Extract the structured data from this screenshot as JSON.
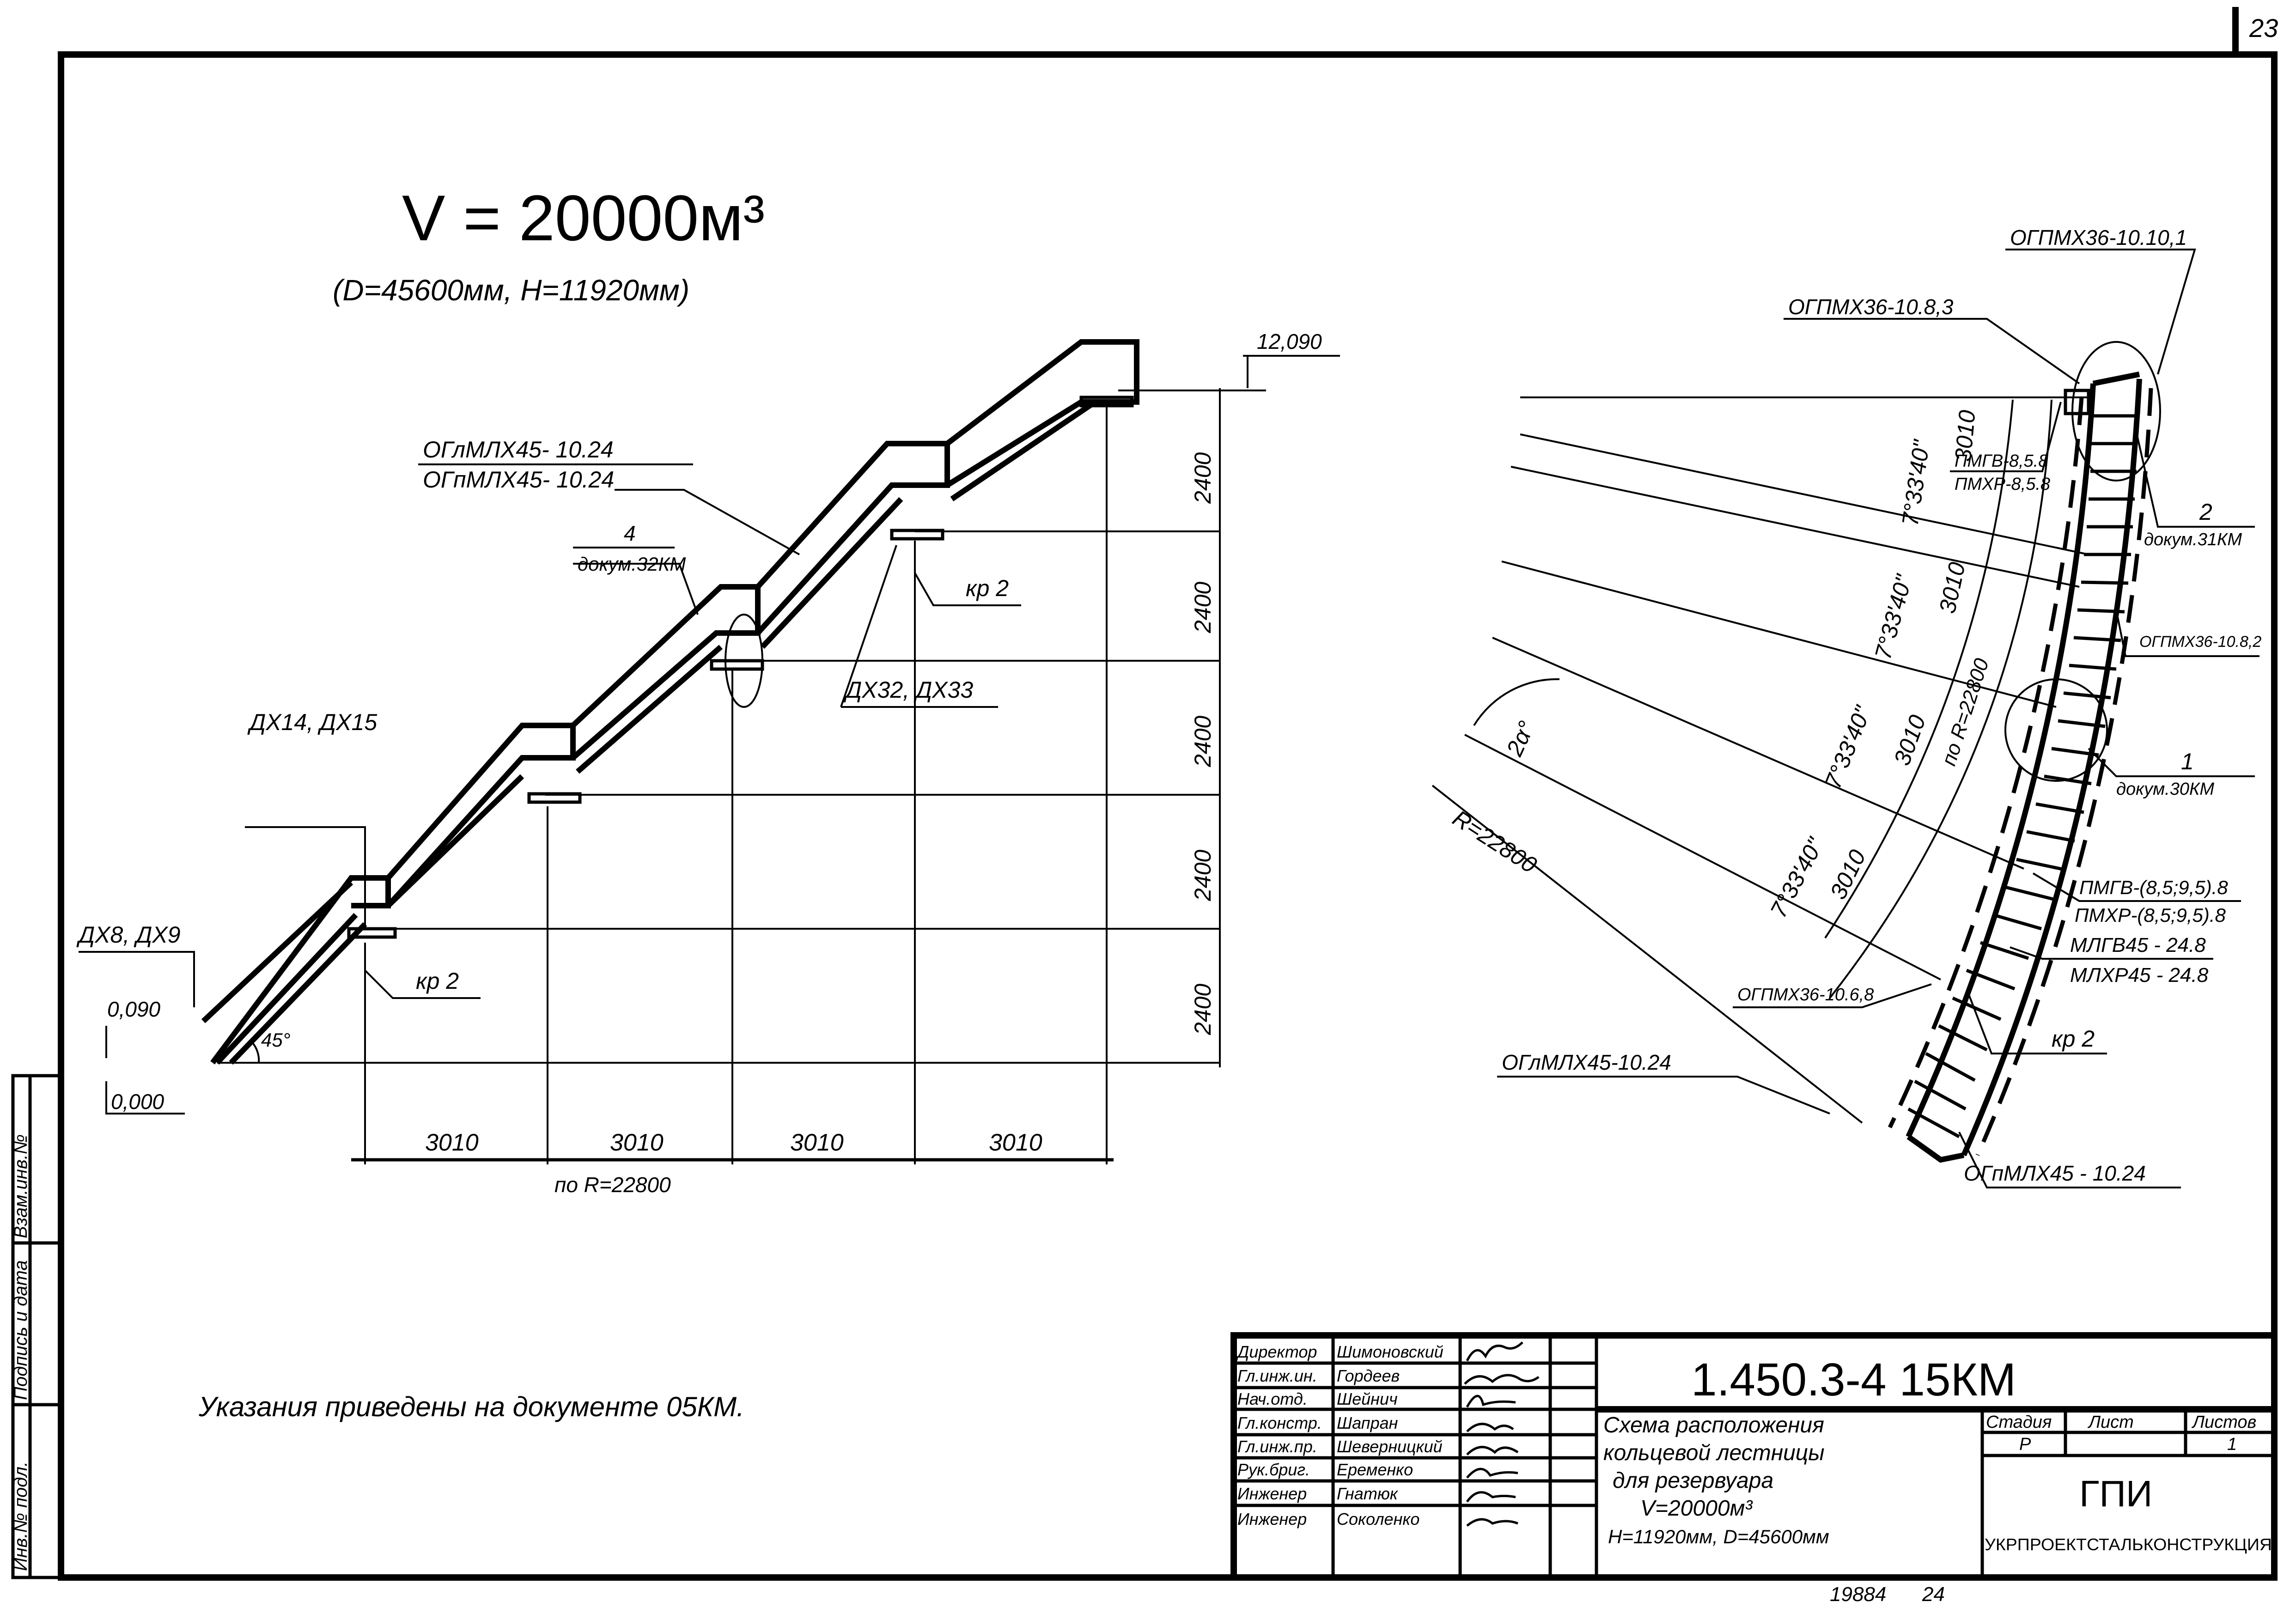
{
  "sheet": {
    "page_number": "23",
    "bottom_stamp": [
      "19884",
      "24"
    ]
  },
  "title_block_main": {
    "heading": "V = 20000м³",
    "subheading": "(D=45600мм, H=11920мм)"
  },
  "elevation_view": {
    "elevations": {
      "top": "12,090",
      "start": "0,090",
      "ground": "0,000"
    },
    "angle": "45°",
    "vertical_dims": [
      "2400",
      "2400",
      "2400",
      "2400",
      "2400"
    ],
    "horizontal_dims": [
      "3010",
      "3010",
      "3010",
      "3010"
    ],
    "horizontal_note": "по R=22800",
    "labels": {
      "dx8": "ДХ8, ДХ9",
      "dx14": "ДХ14, ДХ15",
      "dx32": "ДХ32, ДХ33",
      "kr2_lower": "кр 2",
      "kr2_upper": "кр 2",
      "ograd_top": "ОГлМЛХ45- 10.24",
      "ograd_bottom": "ОГпМЛХ45- 10.24",
      "node_num": "4",
      "node_doc": "докум.32КМ"
    }
  },
  "plan_view": {
    "angle_labels": [
      "7°33'40\"",
      "7°33'40\"",
      "7°33'40\"",
      "7°33'40\""
    ],
    "arc_dims": [
      "3010",
      "3010",
      "3010",
      "3010"
    ],
    "arc_note": "по R=22800",
    "radius": "R=22800",
    "two_alpha": "2α°",
    "labels": {
      "og_10_10_1": "ОГПМХ36-10.10,1",
      "og_10_8_3": "ОГПМХ36-10.8,3",
      "pmgv_858_top": "ПМГВ-8,5.8",
      "pmhr_858_bottom": "ПМХР-8,5.8",
      "node2_num": "2",
      "node2_doc": "докум.31КМ",
      "og_10_8_2": "ОГПМХ36-10.8,2",
      "node1_num": "1",
      "node1_doc": "докум.30КМ",
      "pmgv_range_top": "ПМГВ-(8,5;9,5).8",
      "pmhr_range_bottom": "ПМХР-(8,5;9,5).8",
      "mlgv": "МЛГВ45 - 24.8",
      "mlhr": "МЛХР45 - 24.8",
      "og_10_6_8": "ОГПМХ36-10.6,8",
      "kr2": "кр 2",
      "oglml": "ОГлМЛХ45-10.24",
      "ogpml": "ОГпМЛХ45 - 10.24"
    }
  },
  "note": "Указания приведены на документе 05КМ.",
  "side_stamp": [
    "Инв.№ подл.",
    "Подпись и дата",
    "Взам.инв.№"
  ],
  "stamp": {
    "roles": [
      {
        "role": "Директор",
        "name": "Шимоновский"
      },
      {
        "role": "Гл.инж.ин.",
        "name": "Гордеев"
      },
      {
        "role": "Нач.отд.",
        "name": "Шейнич"
      },
      {
        "role": "Гл.констр.",
        "name": "Шапран"
      },
      {
        "role": "Гл.инж.пр.",
        "name": "Шеверницкий"
      },
      {
        "role": "Рук.бриг.",
        "name": "Еременко"
      },
      {
        "role": "Инженер",
        "name": "Гнатюк"
      },
      {
        "role": "Инженер",
        "name": "Соколенко"
      }
    ],
    "doc_code": "1.450.3-4 15КМ",
    "description": [
      "Схема расположения",
      "кольцевой лестницы",
      "для резервуара",
      "V=20000м³",
      "H=11920мм, D=45600мм"
    ],
    "col_headers": {
      "stage": "Стадия",
      "sheet": "Лист",
      "sheets": "Листов"
    },
    "values": {
      "stage": "Р",
      "sheet": "",
      "sheets": "1"
    },
    "org_short": "ГПИ",
    "org_full": "УКРПРОЕКТСТАЛЬКОНСТРУКЦИЯ"
  }
}
